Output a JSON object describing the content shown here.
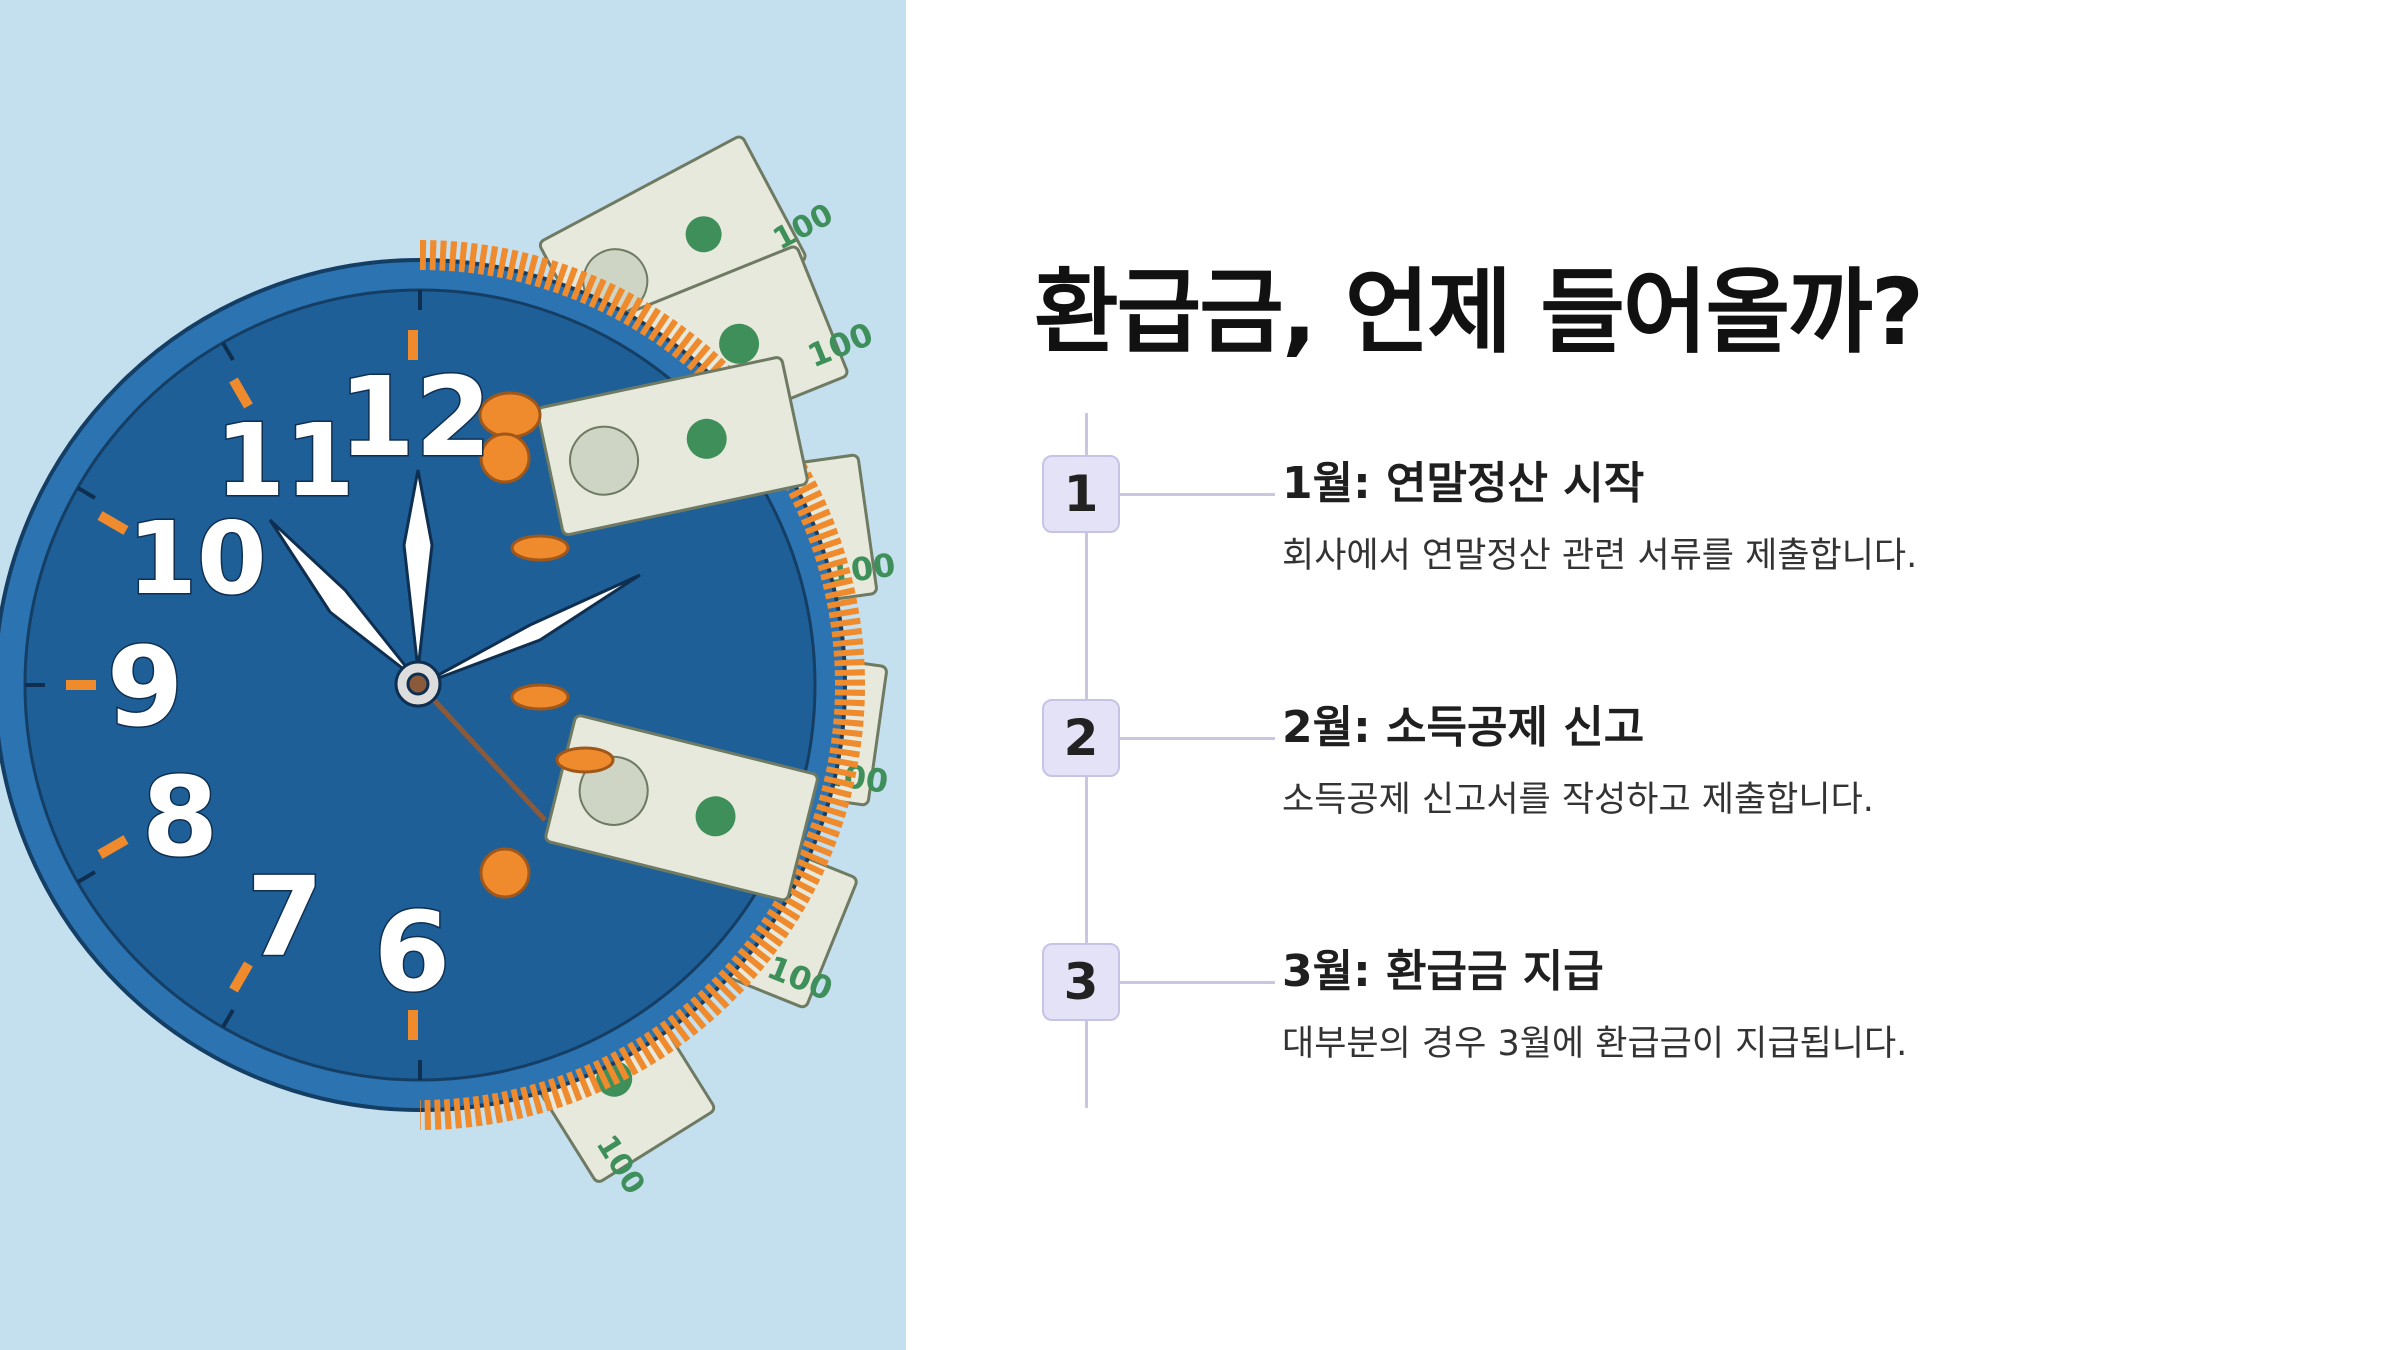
{
  "hero": {
    "clock_numbers": [
      "12",
      "11",
      "10",
      "9",
      "8",
      "7",
      "6"
    ],
    "colors": {
      "background": "#c4dfee",
      "clock_face": "#1e5f98",
      "clock_rim": "#2c73b2",
      "accent": "#ef8a2d",
      "banknote": "#e6e9dc"
    }
  },
  "title": "환급금, 언제 들어올까?",
  "steps": [
    {
      "number": "1",
      "title": "1월: 연말정산 시작",
      "desc": "회사에서 연말정산 관련 서류를 제출합니다."
    },
    {
      "number": "2",
      "title": "2월: 소득공제 신고",
      "desc": "소득공제 신고서를 작성하고 제출합니다."
    },
    {
      "number": "3",
      "title": "3월: 환급금 지급",
      "desc": "대부분의 경우 3월에 환급금이 지급됩니다."
    }
  ]
}
